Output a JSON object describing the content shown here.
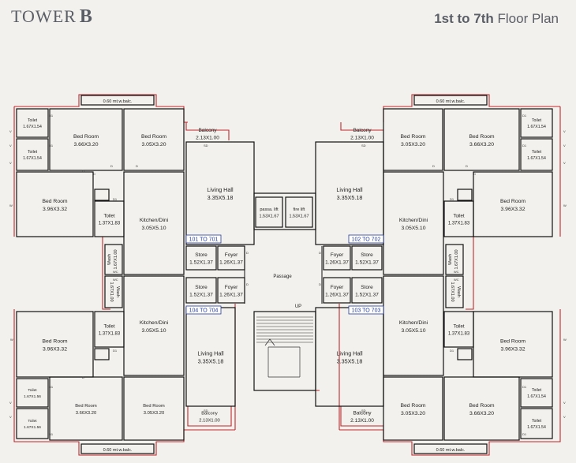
{
  "header": {
    "brand_name": "TOWER",
    "brand_letter": "B",
    "plan_range": "1st to 7th",
    "plan_label": "Floor Plan"
  },
  "plan": {
    "balcony_ext": "0.60 mt.w.balc.",
    "balcony_ext_b": "0.60 mt.w.balc.",
    "toilet": "Toilet",
    "bed_room": "Bed Room",
    "living_hall": "Living Hall",
    "kitchen_dini": "Kitchen/Dini",
    "balcony": "Balcony",
    "store": "Store",
    "foyer": "Foyer",
    "wash": "Wash",
    "passage": "Passage",
    "up": "UP",
    "passa_lift": "passa. lift",
    "fire_lift": "fire lift",
    "upper_left_unit": "101 TO 701",
    "upper_right_unit": "102 TO 702",
    "lower_left_unit": "104 TO 704",
    "lower_right_unit": "103 TO 703",
    "d_toilet_small": "1.67X1.54",
    "d_toilet_small_b": "1.67X1.56",
    "d_toilet_k": "1.37X1.83",
    "d_bed_a": "3.66X3.20",
    "d_bed_b": "3.05X3.20",
    "d_bed_c": "3.96X3.32",
    "d_balcony": "2.13X1.00",
    "d_living": "3.35X5.18",
    "d_kitchen": "3.05X5.10",
    "d_store": "1.52X1.37",
    "d_foyer": "1.26X1.37",
    "d_wash": "1.67X1.00",
    "d_lift": "1.53X1.67",
    "mark_d": "D",
    "mark_d1": "D1",
    "mark_w": "W",
    "mark_v": "V",
    "mark_sd": "SD",
    "mark_wc": "WC"
  }
}
